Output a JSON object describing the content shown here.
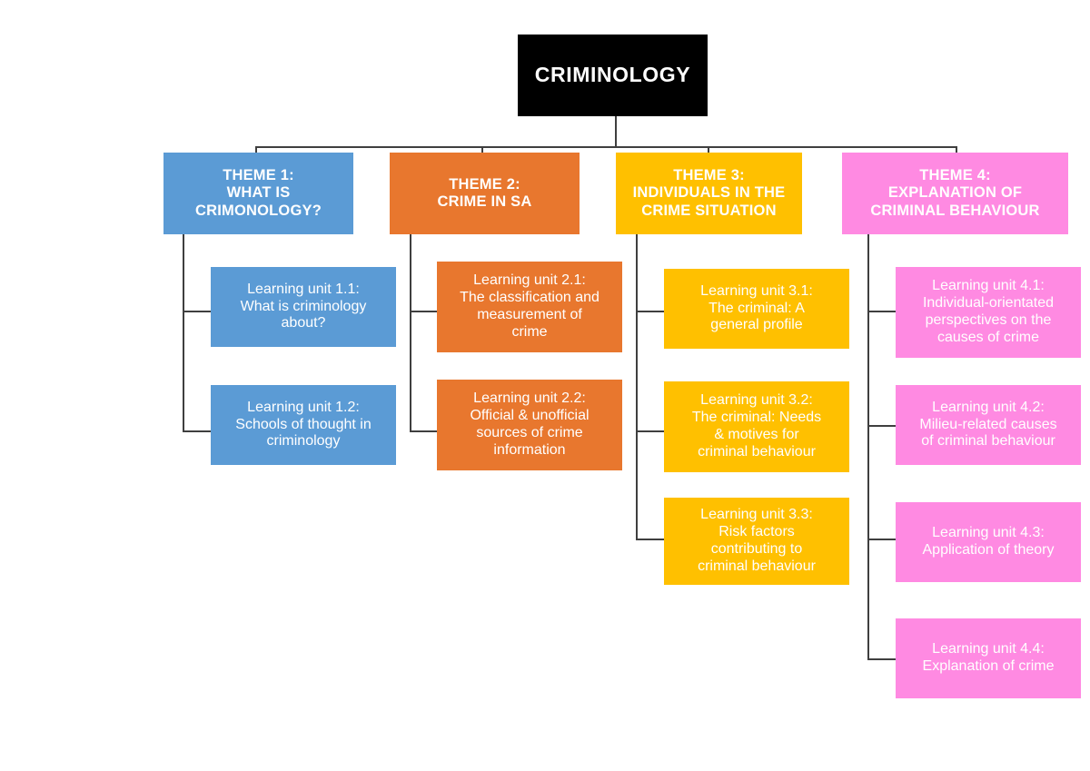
{
  "diagram": {
    "title": "CRIMINOLOGY",
    "root": {
      "label": "CRIMINOLOGY",
      "color": "#000000",
      "text_color": "#FFFFFF"
    },
    "colors": {
      "theme1": "#5B9BD5",
      "theme2": "#E8772E",
      "theme3": "#FFC000",
      "theme4": "#FF8AE2",
      "connector": "#3F3F3F",
      "background": "#FFFFFF"
    },
    "branches": [
      {
        "theme_label": "THEME 1:\nWHAT IS\nCRIMONOLOGY?",
        "color": "#5B9BD5",
        "units": [
          {
            "label": "Learning unit 1.1:\nWhat is criminology\nabout?"
          },
          {
            "label": "Learning unit 1.2:\nSchools of thought in\ncriminology"
          }
        ]
      },
      {
        "theme_label": "THEME 2:\nCRIME IN SA",
        "color": "#E8772E",
        "units": [
          {
            "label": "Learning unit 2.1:\nThe classification and\nmeasurement of\ncrime"
          },
          {
            "label": "Learning unit 2.2:\nOfficial & unofficial\nsources of crime\ninformation"
          }
        ]
      },
      {
        "theme_label": "THEME 3:\nINDIVIDUALS IN THE\nCRIME SITUATION",
        "color": "#FFC000",
        "units": [
          {
            "label": "Learning unit 3.1:\nThe criminal: A\ngeneral profile"
          },
          {
            "label": "Learning unit 3.2:\nThe criminal: Needs\n& motives for\ncriminal behaviour"
          },
          {
            "label": "Learning unit 3.3:\nRisk factors\ncontributing to\ncriminal behaviour"
          }
        ]
      },
      {
        "theme_label": "THEME 4:\nEXPLANATION OF\nCRIMINAL BEHAVIOUR",
        "color": "#FF8AE2",
        "units": [
          {
            "label": "Learning unit 4.1:\nIndividual-orientated\nperspectives on the\ncauses of crime"
          },
          {
            "label": "Learning unit 4.2:\nMilieu-related causes\nof criminal behaviour"
          },
          {
            "label": "Learning unit 4.3:\nApplication of theory"
          },
          {
            "label": "Learning unit 4.4:\nExplanation of crime"
          }
        ]
      }
    ]
  }
}
